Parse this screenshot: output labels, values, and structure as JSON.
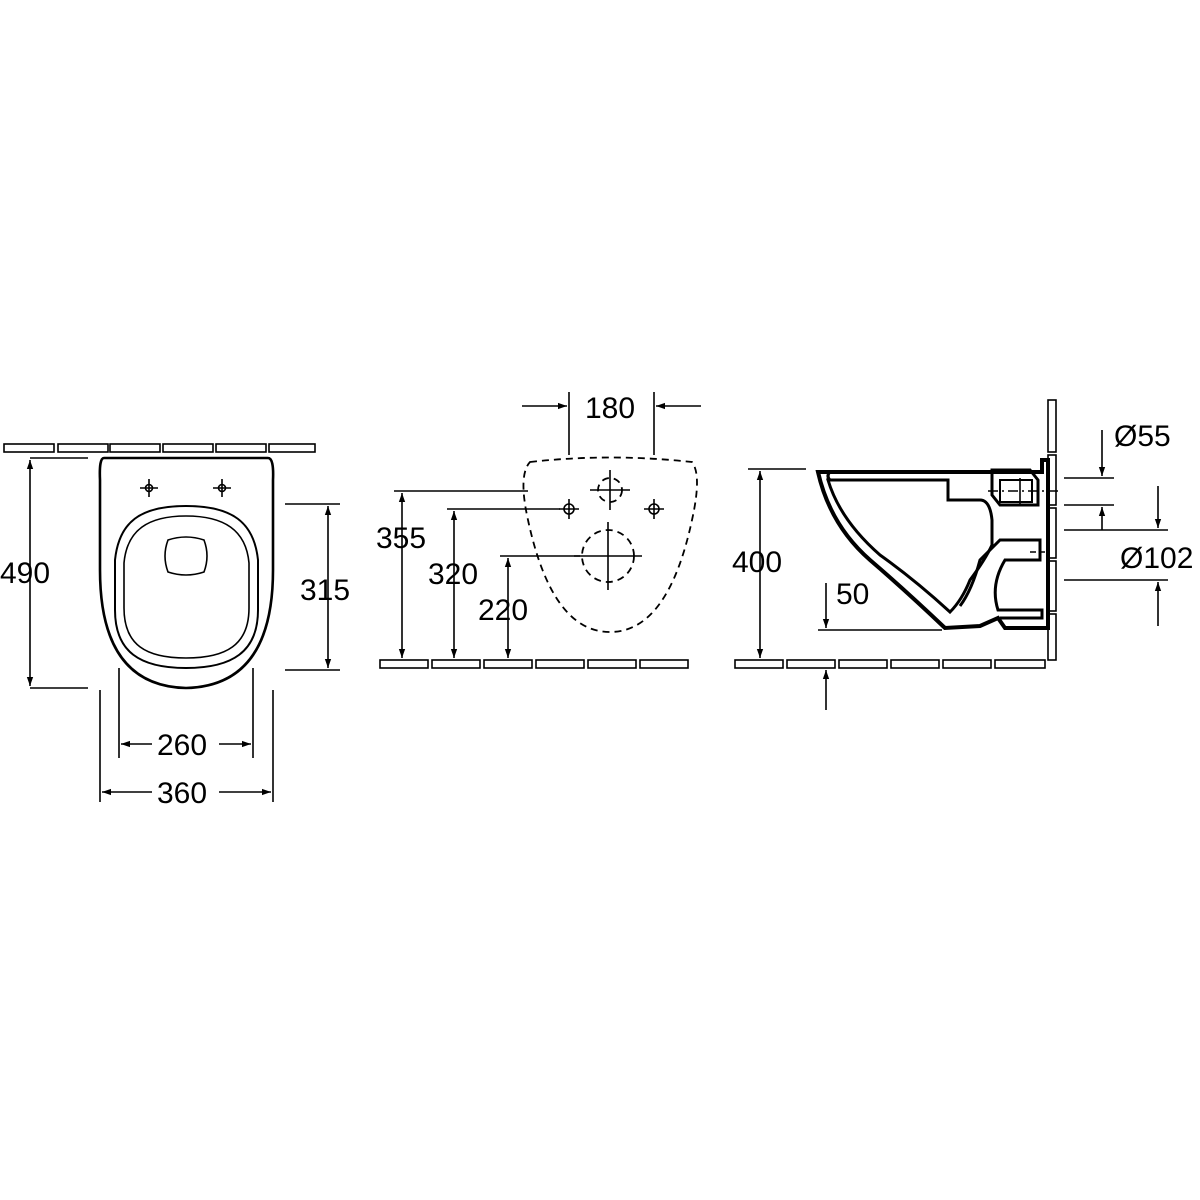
{
  "colors": {
    "line": "#000000",
    "background": "#ffffff"
  },
  "top_view": {
    "depth_label": "490",
    "seat_depth_label": "315",
    "inner_width_label": "260",
    "outer_width_label": "360"
  },
  "front_view": {
    "fixing_spacing_label": "180",
    "height_355_label": "355",
    "height_320_label": "320",
    "height_220_label": "220"
  },
  "side_view": {
    "height_label": "400",
    "offset_label": "50",
    "inlet_diameter_label": "Ø55",
    "outlet_diameter_label": "Ø102"
  }
}
